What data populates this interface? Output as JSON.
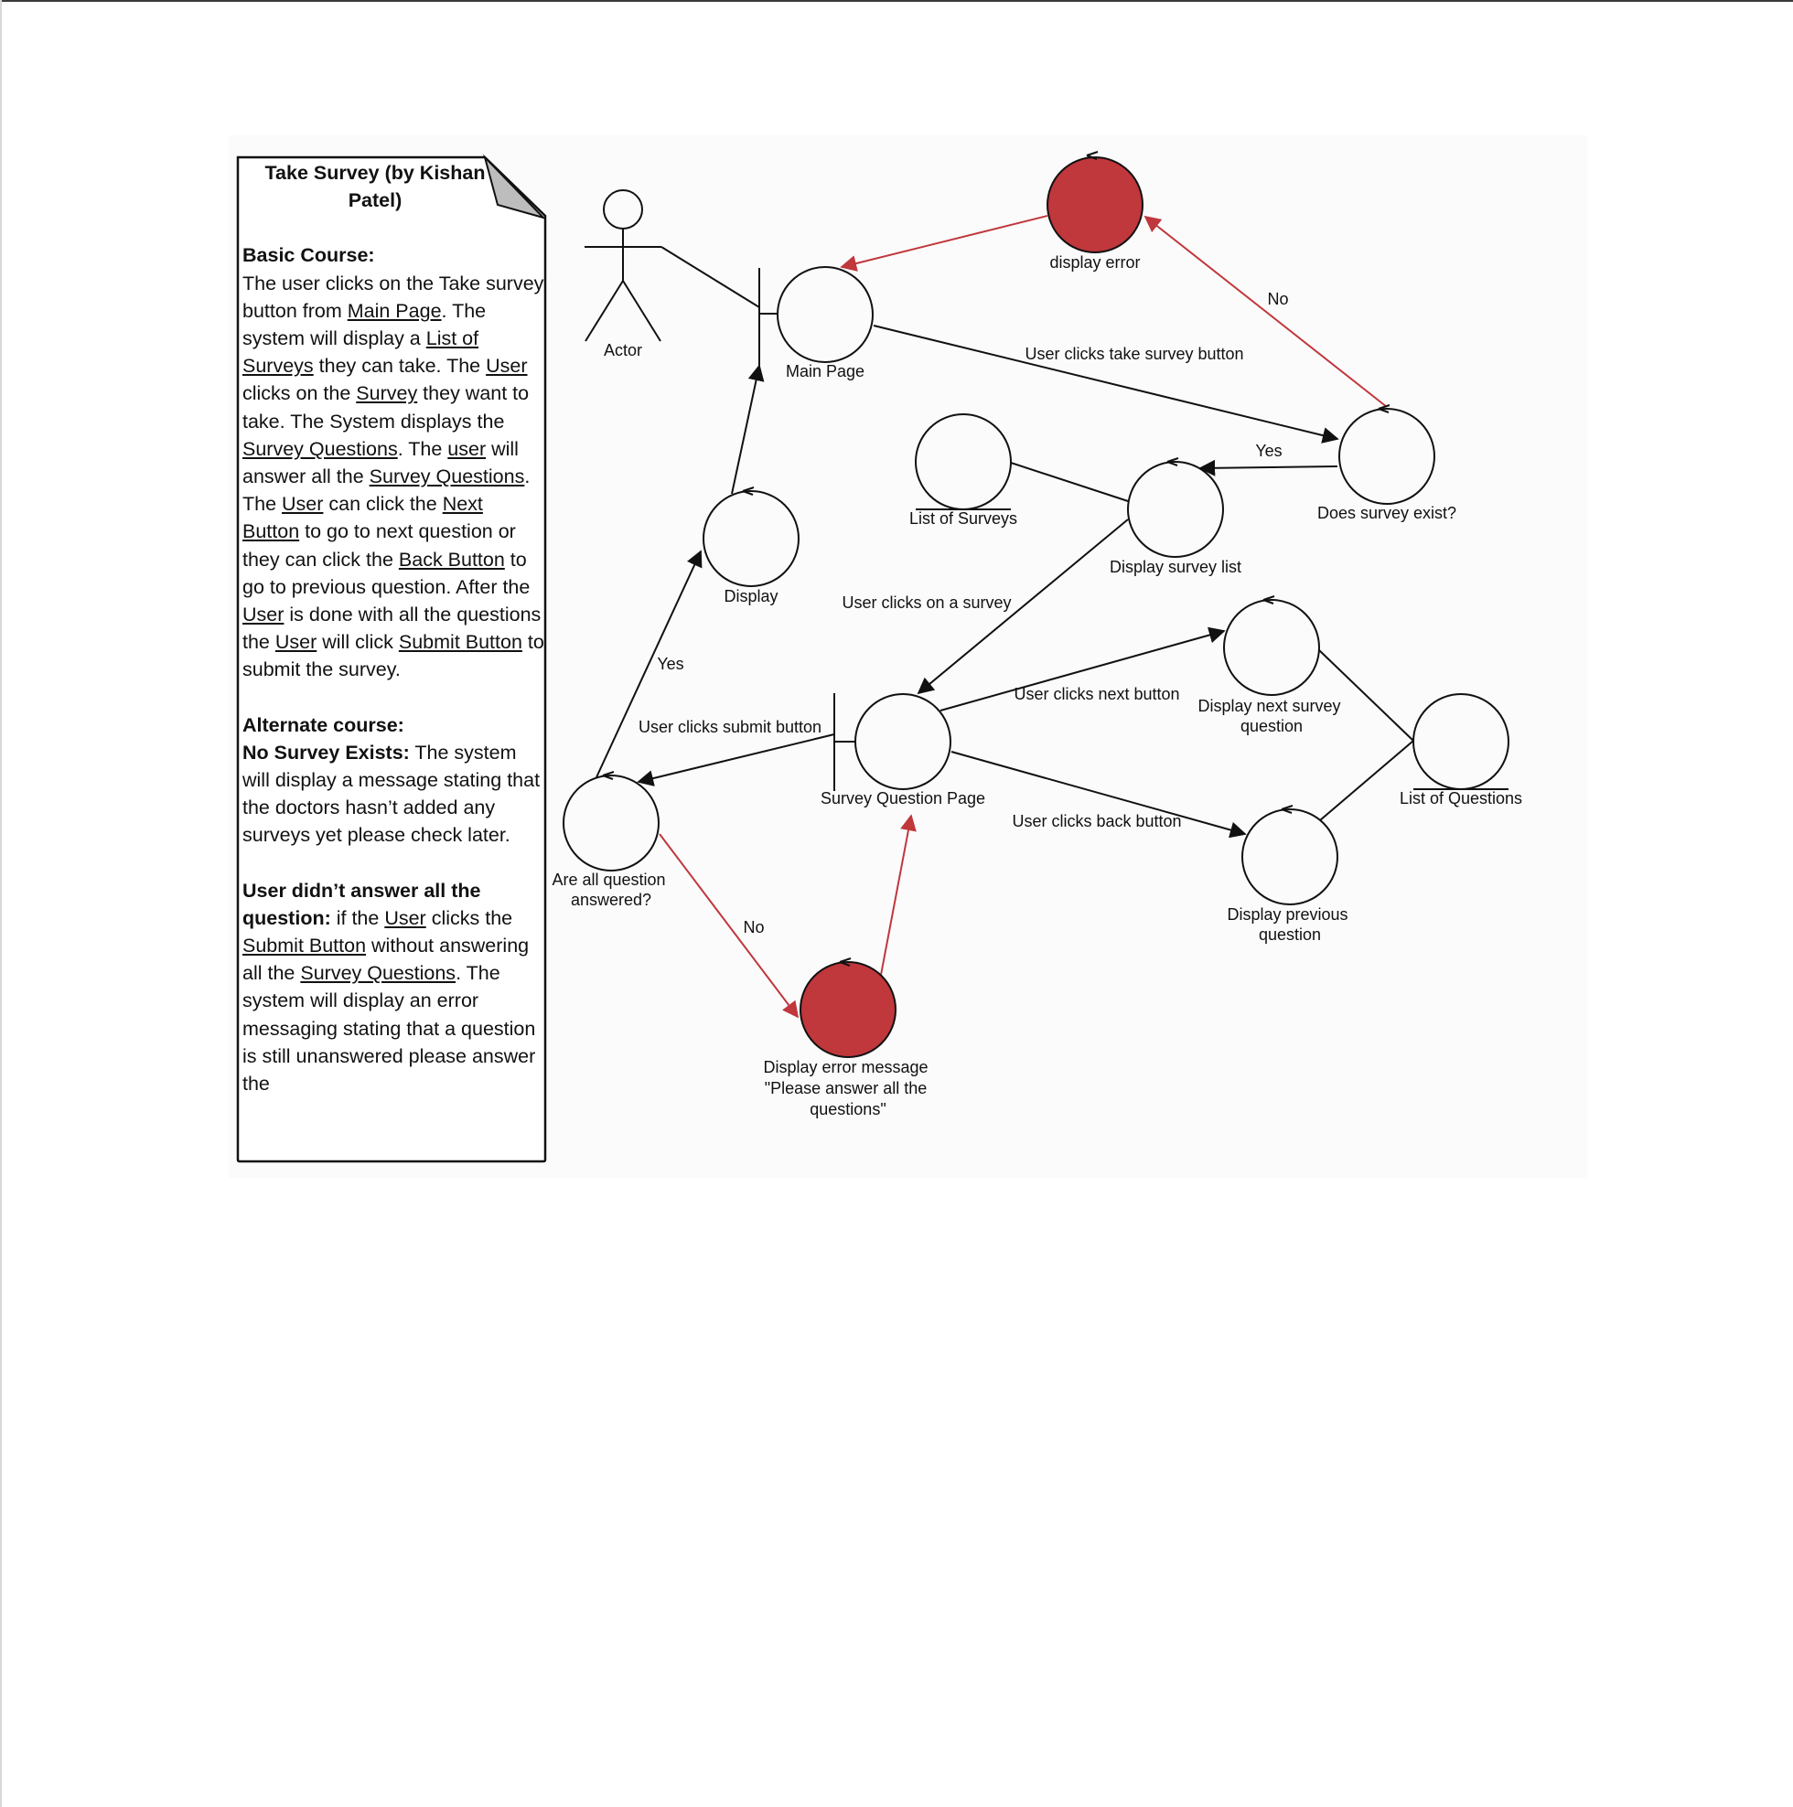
{
  "colors": {
    "error_node": "#c0373c",
    "error_edge": "#c0373c",
    "edge": "#111111",
    "note_fold": "#bdbdbd"
  },
  "note": {
    "title": "Take Survey  (by Kishan Patel)",
    "basic_heading": "Basic Course:",
    "basic": [
      {
        "t": "The user clicks on the Take survey button from "
      },
      {
        "t": "Main Page",
        "u": true
      },
      {
        "t": ". The system will display a "
      },
      {
        "t": "List of Surveys",
        "u": true
      },
      {
        "t": " they can take. The "
      },
      {
        "t": "User",
        "u": true
      },
      {
        "t": " clicks on the "
      },
      {
        "t": "Survey",
        "u": true
      },
      {
        "t": " they want to take. The System displays the "
      },
      {
        "t": "Survey Questions",
        "u": true
      },
      {
        "t": ". The "
      },
      {
        "t": "user",
        "u": true
      },
      {
        "t": " will answer all the "
      },
      {
        "t": "Survey Questions",
        "u": true
      },
      {
        "t": ". The "
      },
      {
        "t": "User",
        "u": true
      },
      {
        "t": " can click the "
      },
      {
        "t": "Next Button",
        "u": true
      },
      {
        "t": " to go to next question or they can click the "
      },
      {
        "t": "Back Button",
        "u": true
      },
      {
        "t": " to go to previous question. After the "
      },
      {
        "t": "User",
        "u": true
      },
      {
        "t": " is done with all the questions the "
      },
      {
        "t": "User",
        "u": true
      },
      {
        "t": " will click "
      },
      {
        "t": "Submit Button",
        "u": true
      },
      {
        "t": " to submit the survey."
      }
    ],
    "alt_heading": "Alternate course:",
    "alt1_label": "No Survey Exists:",
    "alt1": " The system will display a message stating that the doctors hasn’t added any surveys yet please check later.",
    "alt2_label": "User didn’t answer all the question:",
    "alt2": [
      {
        "t": " if the "
      },
      {
        "t": "User",
        "u": true
      },
      {
        "t": " clicks the "
      },
      {
        "t": "Submit Button",
        "u": true
      },
      {
        "t": " without answering all the "
      },
      {
        "t": "Survey Questions",
        "u": true
      },
      {
        "t": ". The system will display an error messaging stating that a question is still unanswered please answer the"
      }
    ]
  },
  "nodes": {
    "actor": "Actor",
    "main_page": "Main Page",
    "display_error": "display error",
    "does_survey_exist": "Does survey exist?",
    "list_of_surveys": "List of Surveys",
    "display_survey_list": "Display survey list",
    "display": "Display",
    "survey_question_page": "Survey Question Page",
    "display_next": [
      "Display next survey",
      "question"
    ],
    "list_of_questions": "List of Questions",
    "display_previous": [
      "Display previous",
      "question"
    ],
    "are_all_answered": [
      "Are all question",
      "answered?"
    ],
    "display_error_message": [
      "Display error message",
      "\"Please answer all the",
      "questions\""
    ]
  },
  "edges": {
    "take_survey": "User clicks take survey button",
    "no_top": "No",
    "yes_exist": "Yes",
    "clicks_survey": "User clicks on a survey",
    "next_button": "User clicks next button",
    "back_button": "User clicks back button",
    "submit_button": "User clicks submit button",
    "yes_answered": "Yes",
    "no_answered": "No"
  }
}
